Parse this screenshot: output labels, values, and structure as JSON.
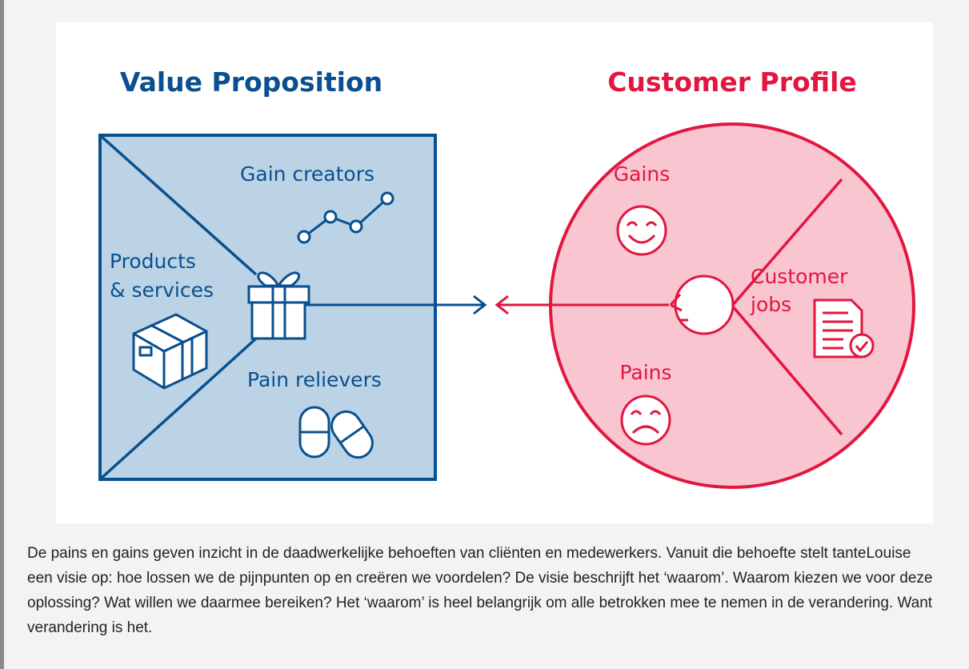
{
  "diagram": {
    "value_proposition": {
      "title": "Value Proposition",
      "gain_creators": "Gain creators",
      "products_line1": "Products",
      "products_line2": "& services",
      "pain_relievers": "Pain relievers"
    },
    "customer_profile": {
      "title": "Customer Profile",
      "gains": "Gains",
      "customer_jobs_line1": "Customer",
      "customer_jobs_line2": "jobs",
      "pains": "Pains"
    },
    "colors": {
      "blue": "#0a4f8f",
      "blue_fill": "#bcd3e6",
      "red": "#e2163f",
      "red_fill": "#f8c5d1"
    },
    "icons": [
      "gift-icon",
      "box-icon",
      "pills-icon",
      "line-graph-icon",
      "smiley-icon",
      "frown-icon",
      "document-check-icon",
      "head-icon",
      "arrow-right-icon",
      "arrow-left-icon"
    ]
  },
  "text": {
    "paragraph": "De pains en gains geven inzicht in de daadwerkelijke behoeften van cliënten en medewerkers. Vanuit die behoefte stelt tanteLouise een visie op: hoe lossen we de pijnpunten op en creëren we voordelen? De visie beschrijft het ‘waarom’. Waarom kiezen we voor deze oplossing? Wat willen we daarmee bereiken? Het ‘waarom’ is heel belangrijk om alle betrokken mee te nemen in de verandering. Want verandering is het."
  }
}
